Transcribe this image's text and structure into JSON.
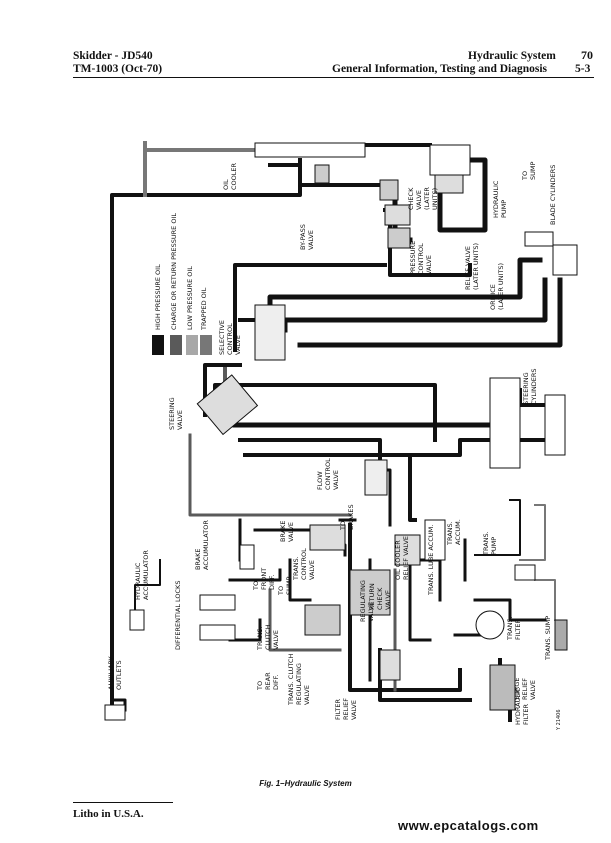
{
  "header": {
    "left_line1": "Skidder - JD540",
    "left_line2": "TM-1003   (Oct-70)",
    "right_line1_title": "Hydraulic System",
    "right_line1_page": "70",
    "right_line2_title": "General Information, Testing and Diagnosis",
    "right_line2_page": "5-3"
  },
  "legend": [
    {
      "label": "HIGH PRESSURE OIL",
      "swatch_color": "#111111"
    },
    {
      "label": "CHARGE OR RETURN PRESSURE OIL",
      "swatch_color": "#5a5a5a"
    },
    {
      "label": "LOW PRESSURE OIL",
      "swatch_color": "#a8a8a8"
    },
    {
      "label": "TRAPPED OIL",
      "swatch_color": "#777777"
    }
  ],
  "labels": {
    "oil_cooler": [
      "OIL",
      "COOLER"
    ],
    "bypass_valve": [
      "BY-PASS",
      "VALVE"
    ],
    "check_valve": [
      "CHECK",
      "VALVE",
      "(LATER",
      "UNITS)"
    ],
    "hydraulic_pump": [
      "HYDRAULIC",
      "PUMP"
    ],
    "to_sump_top": [
      "TO",
      "SUMP"
    ],
    "blade_cylinders": [
      "BLADE CYLINDERS"
    ],
    "pressure_control_valve": [
      "PRESSURE",
      "CONTROL",
      "VALVE"
    ],
    "relief_valve": [
      "RELIEF VALVE",
      "(LATER UNITS)"
    ],
    "orifice": [
      "ORIFICE",
      "(LATER UNITS)"
    ],
    "selective_control_valve": [
      "SELECTIVE",
      "CONTROL",
      "VALVE"
    ],
    "steering_valve": [
      "STEERING",
      "VALVE"
    ],
    "steering_cylinders": [
      "STEERING",
      "CYLINDERS"
    ],
    "flow_control_valve": [
      "FLOW",
      "CONTROL",
      "VALVE"
    ],
    "hydraulic_accumulator": [
      "HYDRAULIC",
      "ACCUMULATOR"
    ],
    "brake_accumulator": [
      "BRAKE",
      "ACCUMULATOR"
    ],
    "brake_valve": [
      "BRAKE",
      "VALVE"
    ],
    "to_brakes": [
      "TO",
      "BRAKES"
    ],
    "to_front_diff": [
      "TO",
      "FRONT",
      "DIFF."
    ],
    "trans_control_valve": [
      "TRANS.",
      "CONTROL",
      "VALVE"
    ],
    "to_sump_mid": [
      "TO",
      "SUMP"
    ],
    "differential_locks": [
      "DIFFERENTIAL LOCKS"
    ],
    "trans_clutch_valve": [
      "TRANS.",
      "CLUTCH",
      "VALVE"
    ],
    "to_rear_diff": [
      "TO",
      "REAR",
      "DIFF."
    ],
    "regulating_valve": [
      "REGULATING",
      "VALVE"
    ],
    "return_check_valve": [
      "RETURN",
      "CHECK",
      "VALVE"
    ],
    "oil_cooler_relief_valve": [
      "OIL COOLER",
      "RELIEF VALVE"
    ],
    "trans_accum": [
      "TRANS.",
      "ACCUM."
    ],
    "trans_lube_accum": [
      "TRANS. LUBE ACCUM."
    ],
    "trans_pump": [
      "TRANS.",
      "PUMP"
    ],
    "trans_clutch_regulating_valve": [
      "TRANS. CLUTCH",
      "REGULATING",
      "VALVE"
    ],
    "trans_filter": [
      "TRANS.",
      "FILTER"
    ],
    "surge_relief_valve": [
      "SURGE",
      "RELIEF",
      "VALVE"
    ],
    "trans_sump": [
      "TRANS. SUMP"
    ],
    "filter_relief_valve": [
      "FILTER",
      "RELIEF",
      "VALVE"
    ],
    "hydraulic_filter": [
      "HYDRAULIC",
      "FILTER"
    ],
    "auxiliary_outlets": [
      "AUXILIARY",
      "OUTLETS"
    ],
    "drawing_number": [
      "Y 21406"
    ]
  },
  "caption": "Fig. 1–Hydraulic System",
  "footer": "Litho in U.S.A.",
  "watermark": "www.epcatalogs.com"
}
